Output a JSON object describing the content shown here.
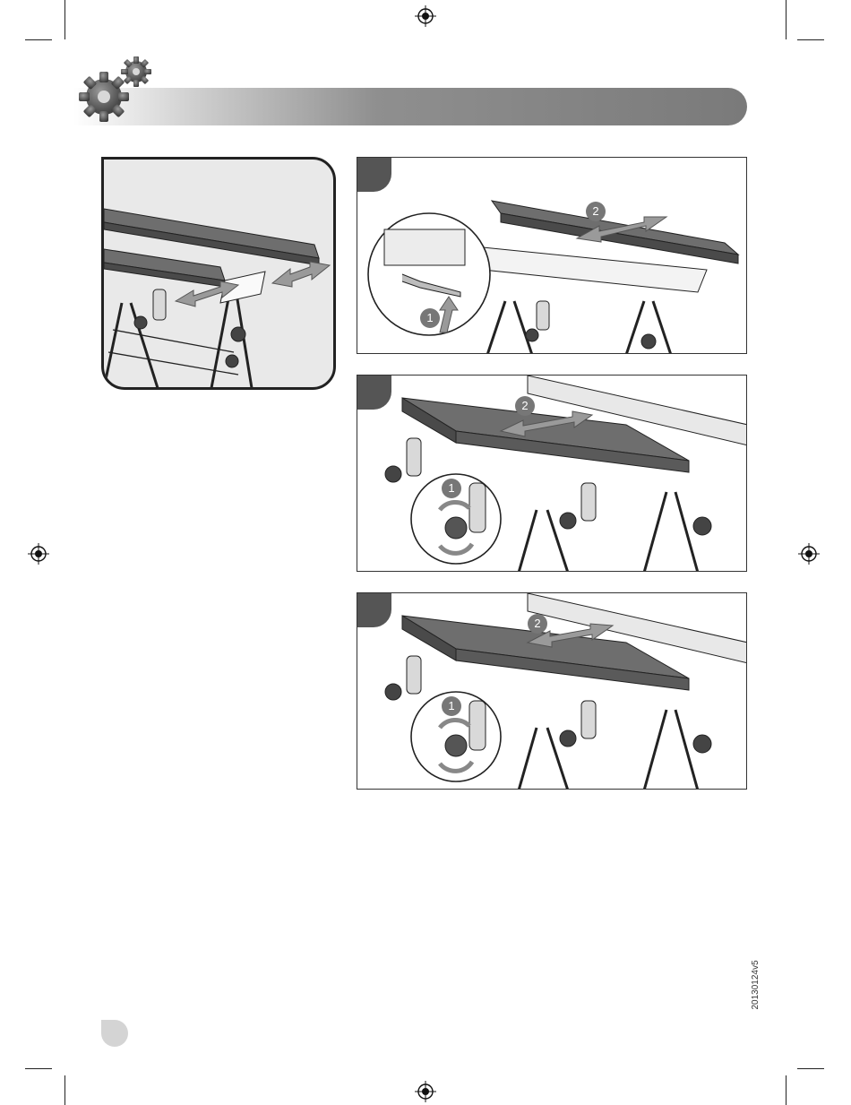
{
  "page": {
    "version_code": "20130124v5"
  },
  "panels": [
    {
      "callout_1": "1",
      "callout_2": "2"
    },
    {
      "callout_1": "1",
      "callout_2": "2"
    },
    {
      "callout_1": "1",
      "callout_2": "2"
    }
  ],
  "colors": {
    "header_gradient_dark": "#7a7a7a",
    "step_tab": "#555555",
    "callout": "#777777",
    "page_tab": "#d4d4d4"
  }
}
